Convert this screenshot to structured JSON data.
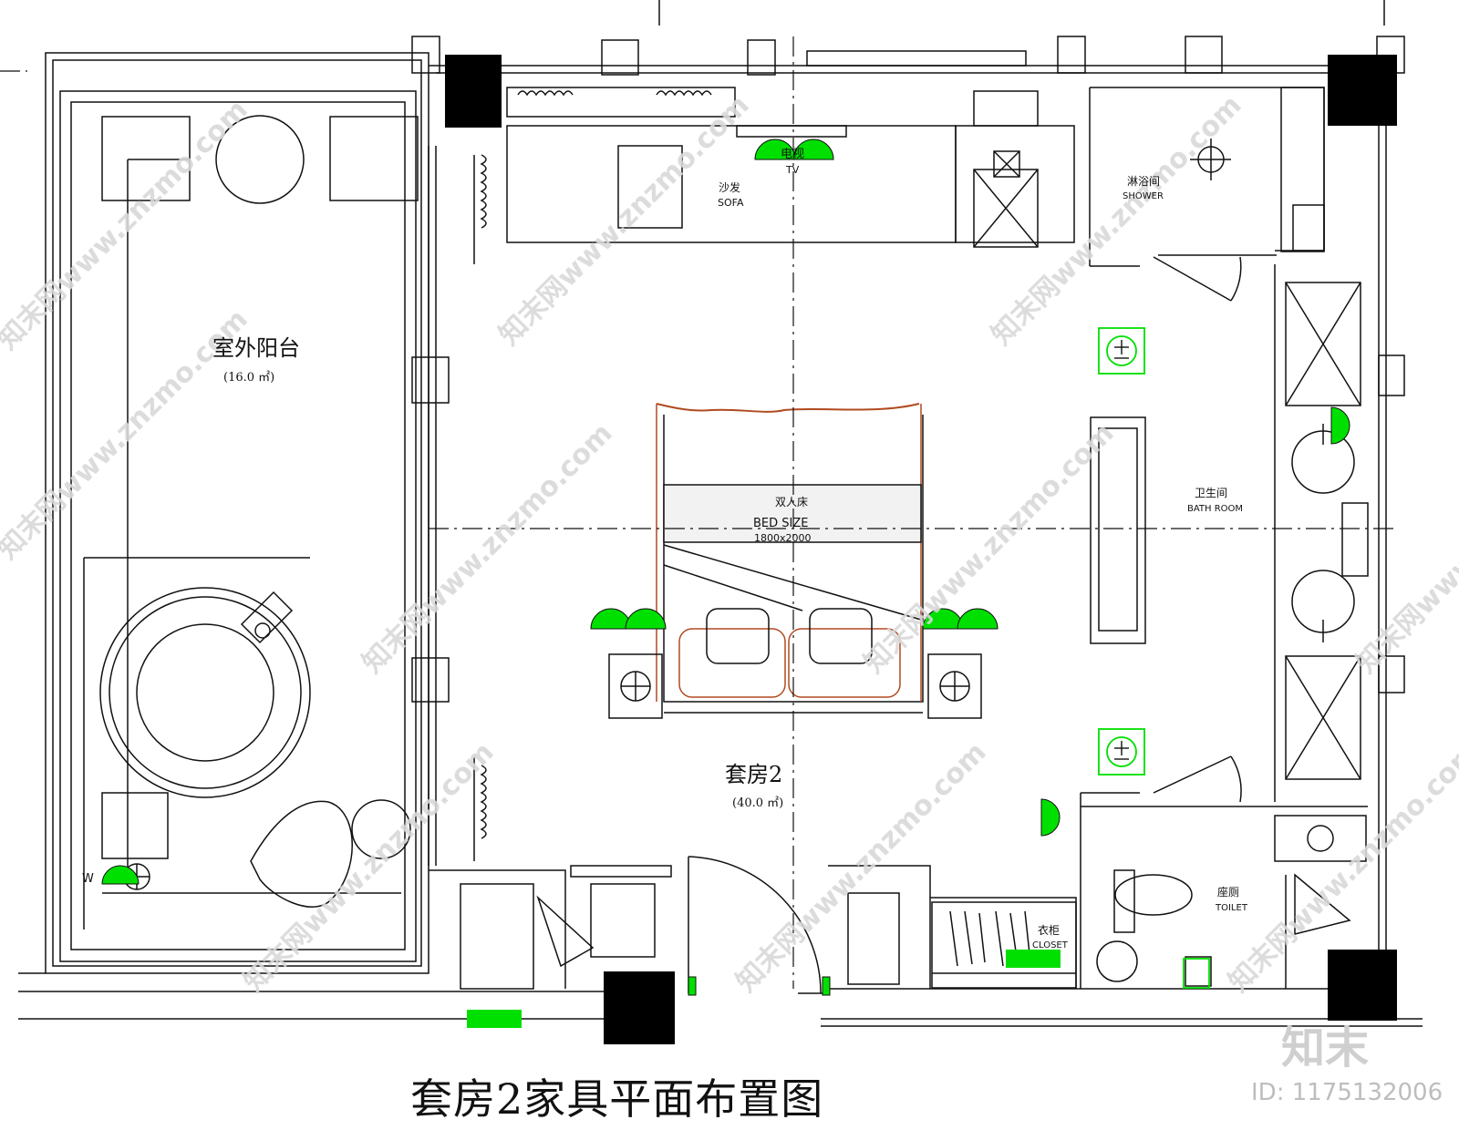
{
  "labels": {
    "balcony_cn": "室外阳台",
    "balcony_area": "(16.0 ㎡)",
    "suite_cn": "套房2",
    "suite_area": "(40.0 ㎡)",
    "tv_cn": "电视",
    "tv_en": "TV",
    "sofa_cn": "沙发",
    "sofa_en": "SOFA",
    "shower_cn": "淋浴间",
    "shower_en": "SHOWER",
    "bath_cn": "卫生间",
    "bath_en": "BATH ROOM",
    "bed_cn": "双人床",
    "bed_size": "BED SIZE",
    "bed_dim": "1800x2000",
    "toilet_cn": "座厕",
    "toilet_en": "TOILET",
    "closet_cn": "衣柜",
    "closet_en": "CLOSET",
    "w_mark": "W"
  },
  "title": "套房2家具平面布置图",
  "watermark": "知末网www.znzmo.com",
  "brand": "知末",
  "id_text": "ID: 1175132006",
  "colors": {
    "line": "#111111",
    "green": "#00e000",
    "bed_outline": "#b04a20",
    "watermark": "#d8d8d8"
  }
}
